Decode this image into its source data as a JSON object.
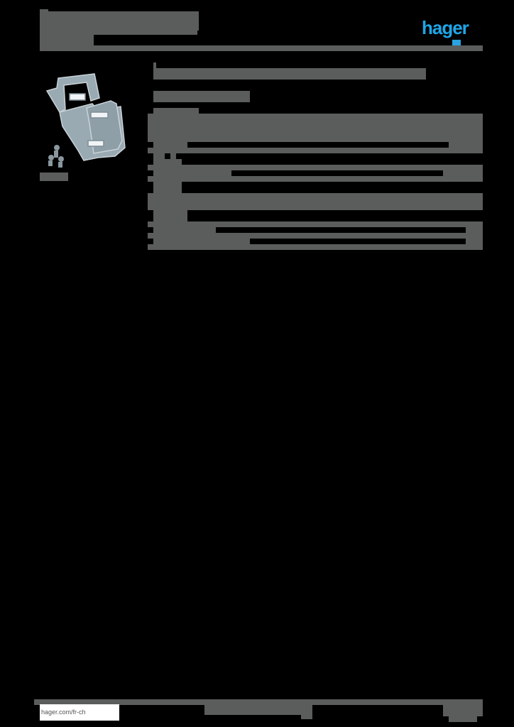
{
  "header": {
    "title": "[redacted product range title]",
    "subtitle": "[redacted subtitle]",
    "brand_logo": "hager",
    "brand_color": "#1ea6e6",
    "rule_color": "#5b5d5d"
  },
  "product": {
    "image_alt": "metal mounting brackets with screws",
    "image_caption": "[redacted ref]",
    "title": "[redacted product title]",
    "subtitle": "[redacted product subtitle]"
  },
  "spec_table": {
    "rows": [
      {
        "label": "[redacted]",
        "value": "[redacted]"
      },
      {
        "label": "[redacted]",
        "value": "[redacted]"
      },
      {
        "label": "[redacted]",
        "value": "[redacted]"
      },
      {
        "label": "[redacted]",
        "value": "[redacted]"
      },
      {
        "label": "[redacted]",
        "value": "[redacted]"
      },
      {
        "label": "[redacted]",
        "value": "[redacted]"
      }
    ]
  },
  "footer": {
    "website": "hager.com/fr-ch",
    "center_text": "[redacted]",
    "page_info": "[redacted]"
  }
}
